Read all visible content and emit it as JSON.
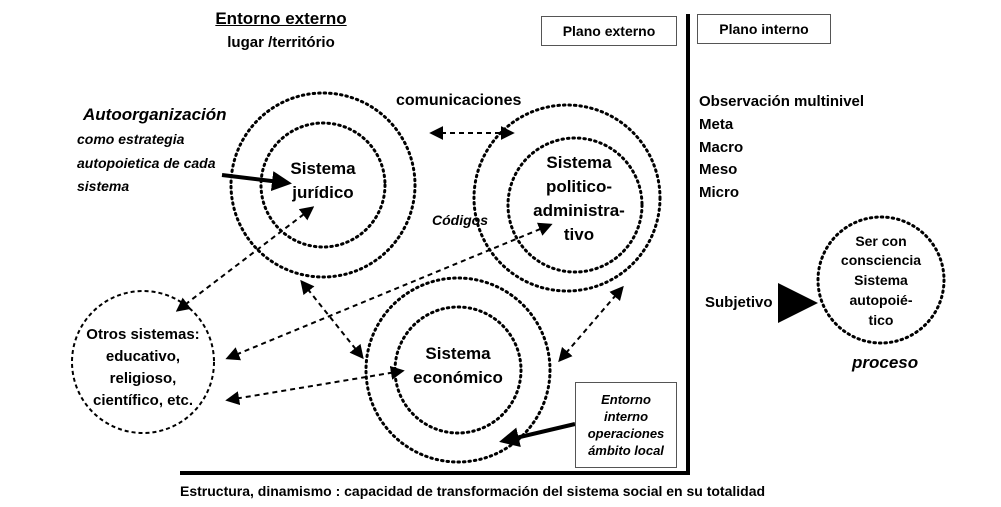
{
  "external": {
    "title": "Entorno externo",
    "subtitle": "lugar /território"
  },
  "planes": {
    "external": "Plano externo",
    "internal": "Plano interno"
  },
  "autoorg": {
    "title": "Autoorganización",
    "lines": [
      "como estrategia",
      "autopoietica de cada",
      "sistema"
    ]
  },
  "communications": "comunicaciones",
  "codes": "Códigos",
  "systems": {
    "juridico": [
      "Sistema",
      "jurídico"
    ],
    "politico": [
      "Sistema",
      "politico-",
      "administra-",
      "tivo"
    ],
    "economico": [
      "Sistema",
      "económico"
    ],
    "otros": [
      "Otros sistemas:",
      "educativo,",
      "religioso,",
      "científico, etc."
    ]
  },
  "observation": [
    "Observación multinivel",
    "Meta",
    "Macro",
    "Meso",
    "Micro"
  ],
  "being": [
    "Ser con",
    "consciencia",
    "Sistema",
    "autopoié-",
    "tico"
  ],
  "subjective": "Subjetivo",
  "process": "proceso",
  "internal_env": [
    "Entorno",
    "interno",
    "operaciones",
    "ámbito local"
  ],
  "footer": "Estructura, dinamismo : capacidad de transformación del sistema social en su totalidad"
}
